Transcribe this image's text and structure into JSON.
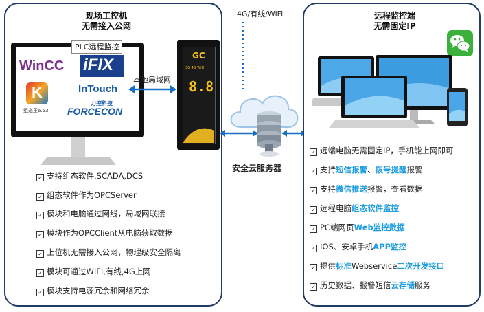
{
  "left_panel": {
    "title_line1": "现场工控机",
    "title_line2": "无需接入公网",
    "plc_tag": "PLC远程监控",
    "software": {
      "wincc": "WinCC",
      "ifix": "iFIX",
      "kingview_caption": "组态王6.53",
      "intouch": "InTouch",
      "forcecon_cn": "力控科技",
      "forcecon": "FORCECON"
    },
    "features": [
      "支持组态软件,SCADA,DCS",
      "组态软件作为OPCServer",
      "模块和电脑通过网线，局域网联接",
      "模块作为OPCClient从电脑获取数据",
      "上位机无需接入公网，物理级安全隔离",
      "模块可通过WIFI,有线,4G上网",
      "模块支持电源冗余和网络冗余"
    ]
  },
  "device": {
    "brand": "GC",
    "indicators": "3G 4G WiFi",
    "display": "8.8"
  },
  "center": {
    "lan_label": "本地局域网",
    "network_label": "4G/有线/WiFi",
    "server_label": "安全云服务器"
  },
  "right_panel": {
    "title_line1": "远程监控端",
    "title_line2": "无需固定IP",
    "wechat_icon": "wechat-icon",
    "features": [
      [
        {
          "t": "远端电脑无需固定IP，手机能上网即可",
          "h": false
        }
      ],
      [
        {
          "t": "支持",
          "h": false
        },
        {
          "t": "短信报警",
          "h": true
        },
        {
          "t": "、",
          "h": false
        },
        {
          "t": "拨号提醒",
          "h": true
        },
        {
          "t": "报警",
          "h": false
        }
      ],
      [
        {
          "t": "支持",
          "h": false
        },
        {
          "t": "微信推送",
          "h": true
        },
        {
          "t": "报警，查看数据",
          "h": false
        }
      ],
      [
        {
          "t": "远程电脑",
          "h": false
        },
        {
          "t": "组态软件监控",
          "h": true
        }
      ],
      [
        {
          "t": "PC端网页",
          "h": false
        },
        {
          "t": "Web监控数据",
          "h": true
        }
      ],
      [
        {
          "t": "IOS、安卓手机",
          "h": false
        },
        {
          "t": "APP监控",
          "h": true
        }
      ],
      [
        {
          "t": "提供",
          "h": false
        },
        {
          "t": "标准",
          "h": true
        },
        {
          "t": "Webservice",
          "h": false
        },
        {
          "t": "二次开发接口",
          "h": true
        }
      ],
      [
        {
          "t": "历史数据、报警短信",
          "h": false
        },
        {
          "t": "云存储",
          "h": true
        },
        {
          "t": "服务",
          "h": false
        }
      ]
    ]
  },
  "colors": {
    "panel_border": "#1f3b66",
    "highlight": "#1e9de0",
    "arrow": "#1a6fc2",
    "wechat": "#3bb03b"
  }
}
